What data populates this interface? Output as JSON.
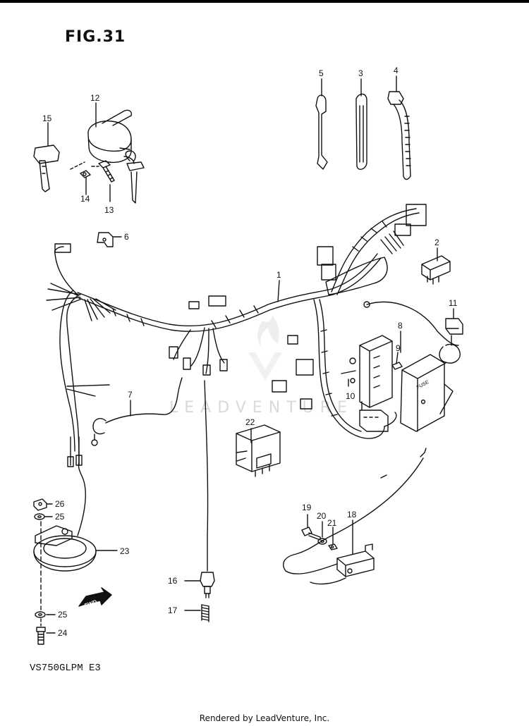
{
  "figure_title": "FIG.31",
  "model_code": "VS750GLPM E3",
  "footer": "Rendered by LeadVenture, Inc.",
  "watermark": "LEADVENTURE",
  "fwd_label": "FWD",
  "fuse_label": "FUSE",
  "callouts": [
    "1",
    "2",
    "3",
    "4",
    "5",
    "6",
    "7",
    "8",
    "9",
    "10",
    "11",
    "12",
    "13",
    "14",
    "15",
    "16",
    "17",
    "18",
    "19",
    "20",
    "21",
    "22",
    "23",
    "24",
    "25",
    "25",
    "26"
  ]
}
